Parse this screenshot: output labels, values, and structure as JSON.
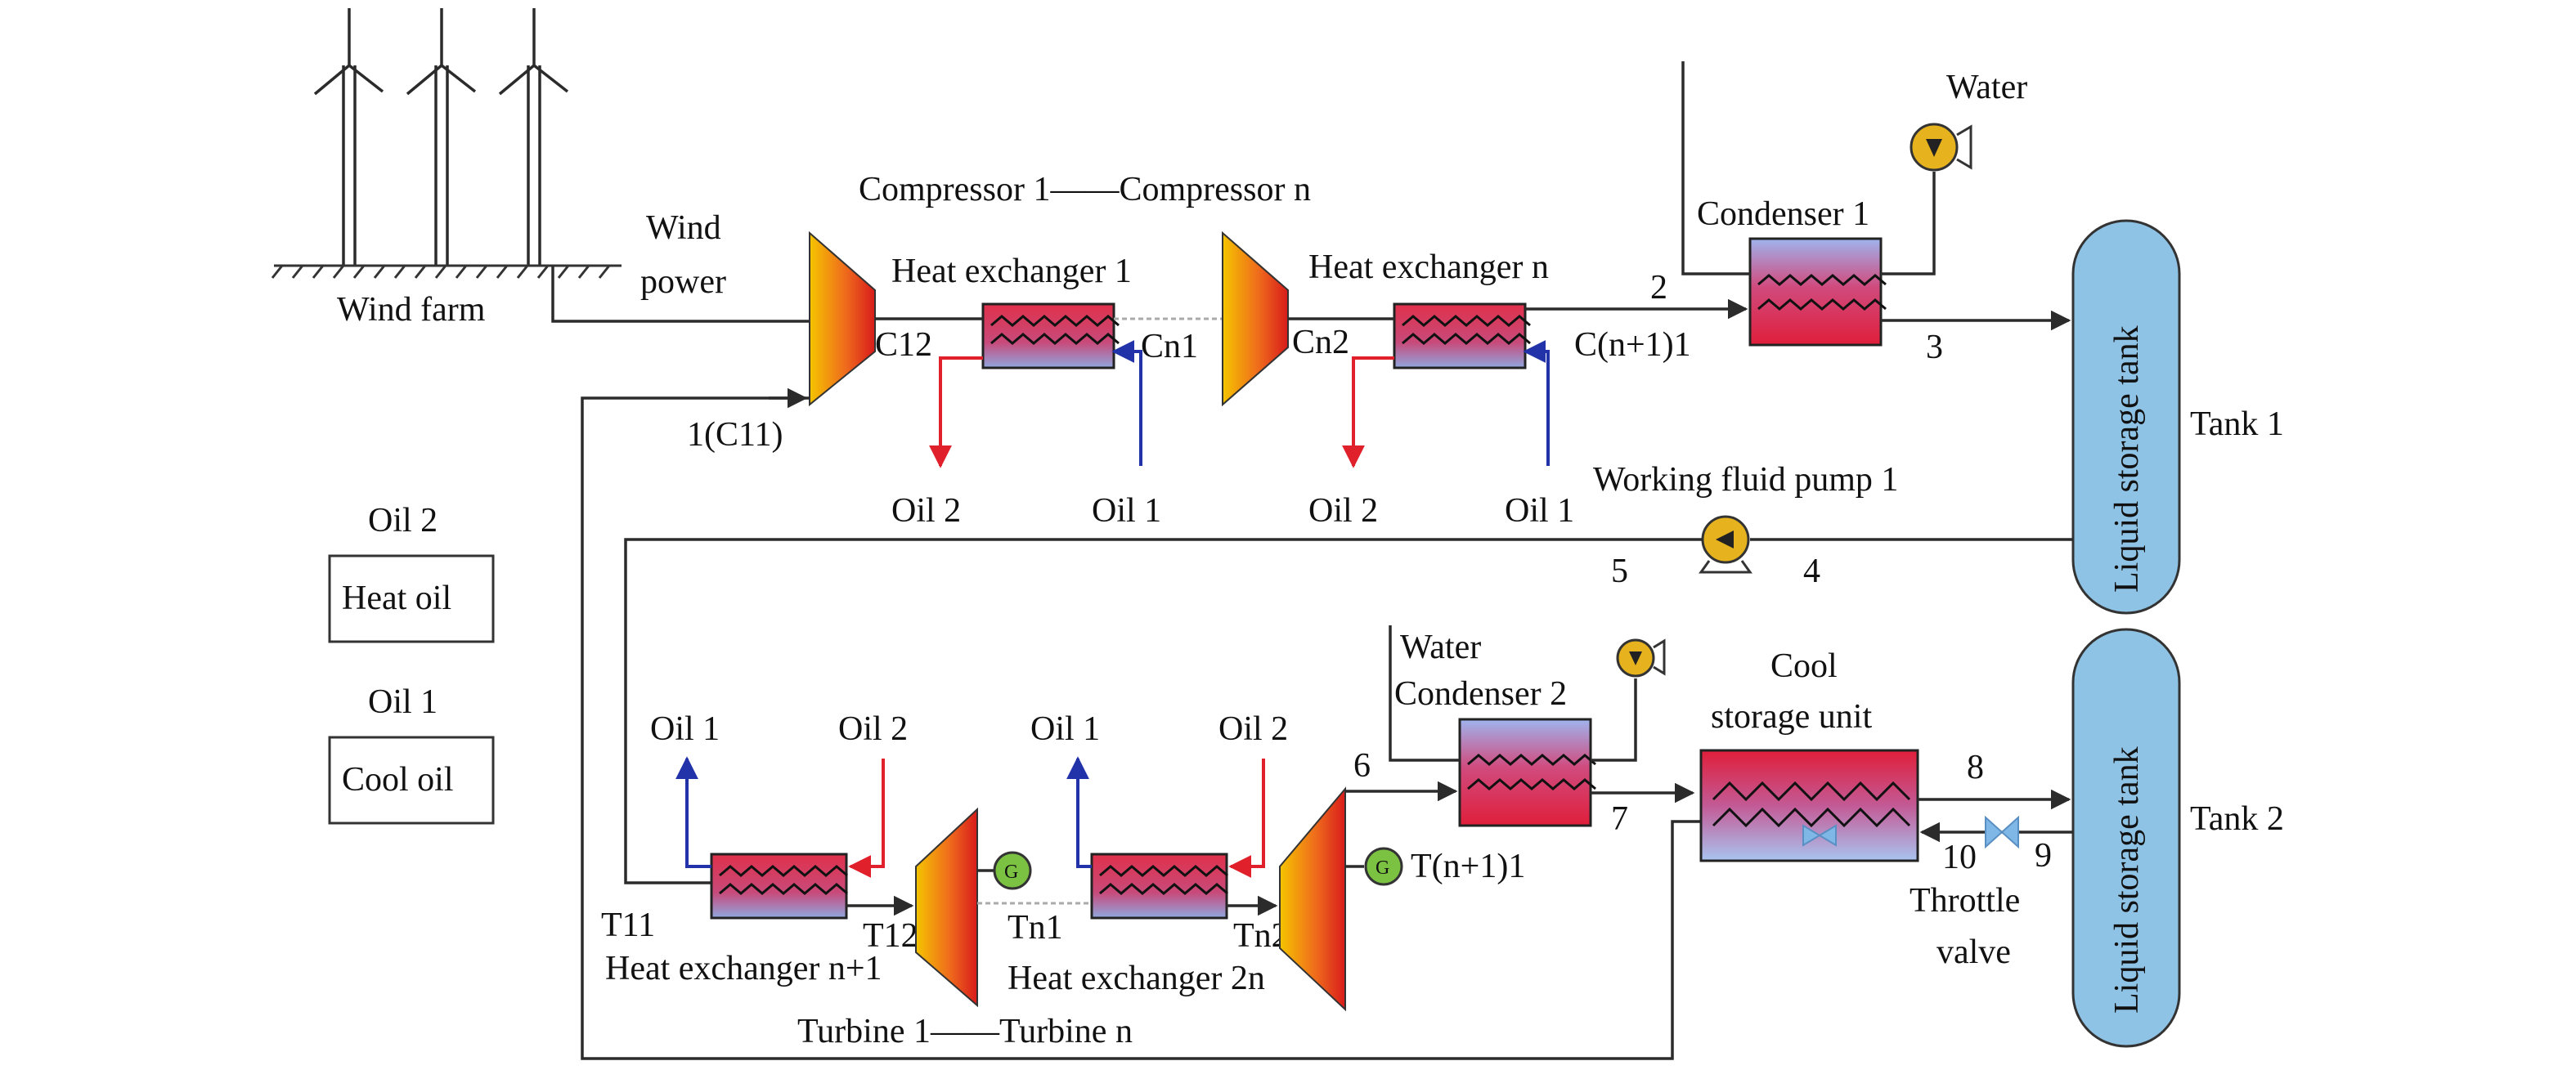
{
  "labels": {
    "wind_farm": "Wind farm",
    "wind_power_1": "Wind",
    "wind_power_2": "power",
    "compressor_series": "Compressor 1——Compressor n",
    "heat_exchanger_1": "Heat exchanger 1",
    "heat_exchanger_n": "Heat exchanger n",
    "heat_exchanger_n1": "Heat exchanger n+1",
    "heat_exchanger_2n": "Heat exchanger 2n",
    "turbine_series": "Turbine 1——Turbine n",
    "condenser_1": "Condenser 1",
    "condenser_2": "Condenser 2",
    "water_top": "Water",
    "water_bottom": "Water",
    "cool_storage_1": "Cool",
    "cool_storage_2": "storage unit",
    "working_fluid_pump": "Working fluid pump 1",
    "tank_1": "Tank 1",
    "tank_2": "Tank 2",
    "liquid_storage_tank_1": "Liquid storage tank",
    "liquid_storage_tank_2": "Liquid storage tank",
    "throttle_1": "Throttle",
    "throttle_2": "valve",
    "legend_oil2": "Oil 2",
    "legend_heat_oil": "Heat oil",
    "legend_oil1": "Oil 1",
    "legend_cool_oil": "Cool oil",
    "generator": "G"
  },
  "points": {
    "p1": "1(C11)",
    "c12": "C12",
    "cn1": "Cn1",
    "cn2": "Cn2",
    "cn1_1": "C(n+1)1",
    "p2": "2",
    "p3": "3",
    "p4": "4",
    "p5": "5",
    "p6": "6",
    "p7": "7",
    "p8": "8",
    "p9": "9",
    "p10": "10",
    "t11": "T11",
    "t12": "T12",
    "tn1": "Tn1",
    "tn2": "Tn2",
    "tn1_1": "T(n+1)1"
  },
  "oil_labels": {
    "oil2_a": "Oil 2",
    "oil1_a": "Oil 1",
    "oil2_b": "Oil 2",
    "oil1_b": "Oil 1",
    "oil1_c": "Oil 1",
    "oil2_c": "Oil 2",
    "oil1_d": "Oil 1",
    "oil2_d": "Oil 2"
  },
  "colors": {
    "line": "#2b2b2b",
    "oil_hot": "#e0202a",
    "oil_cold": "#2233aa",
    "tank_fill": "#8ec3e6",
    "pump_fill": "#e6b31e",
    "generator_fill": "#7cc242"
  }
}
